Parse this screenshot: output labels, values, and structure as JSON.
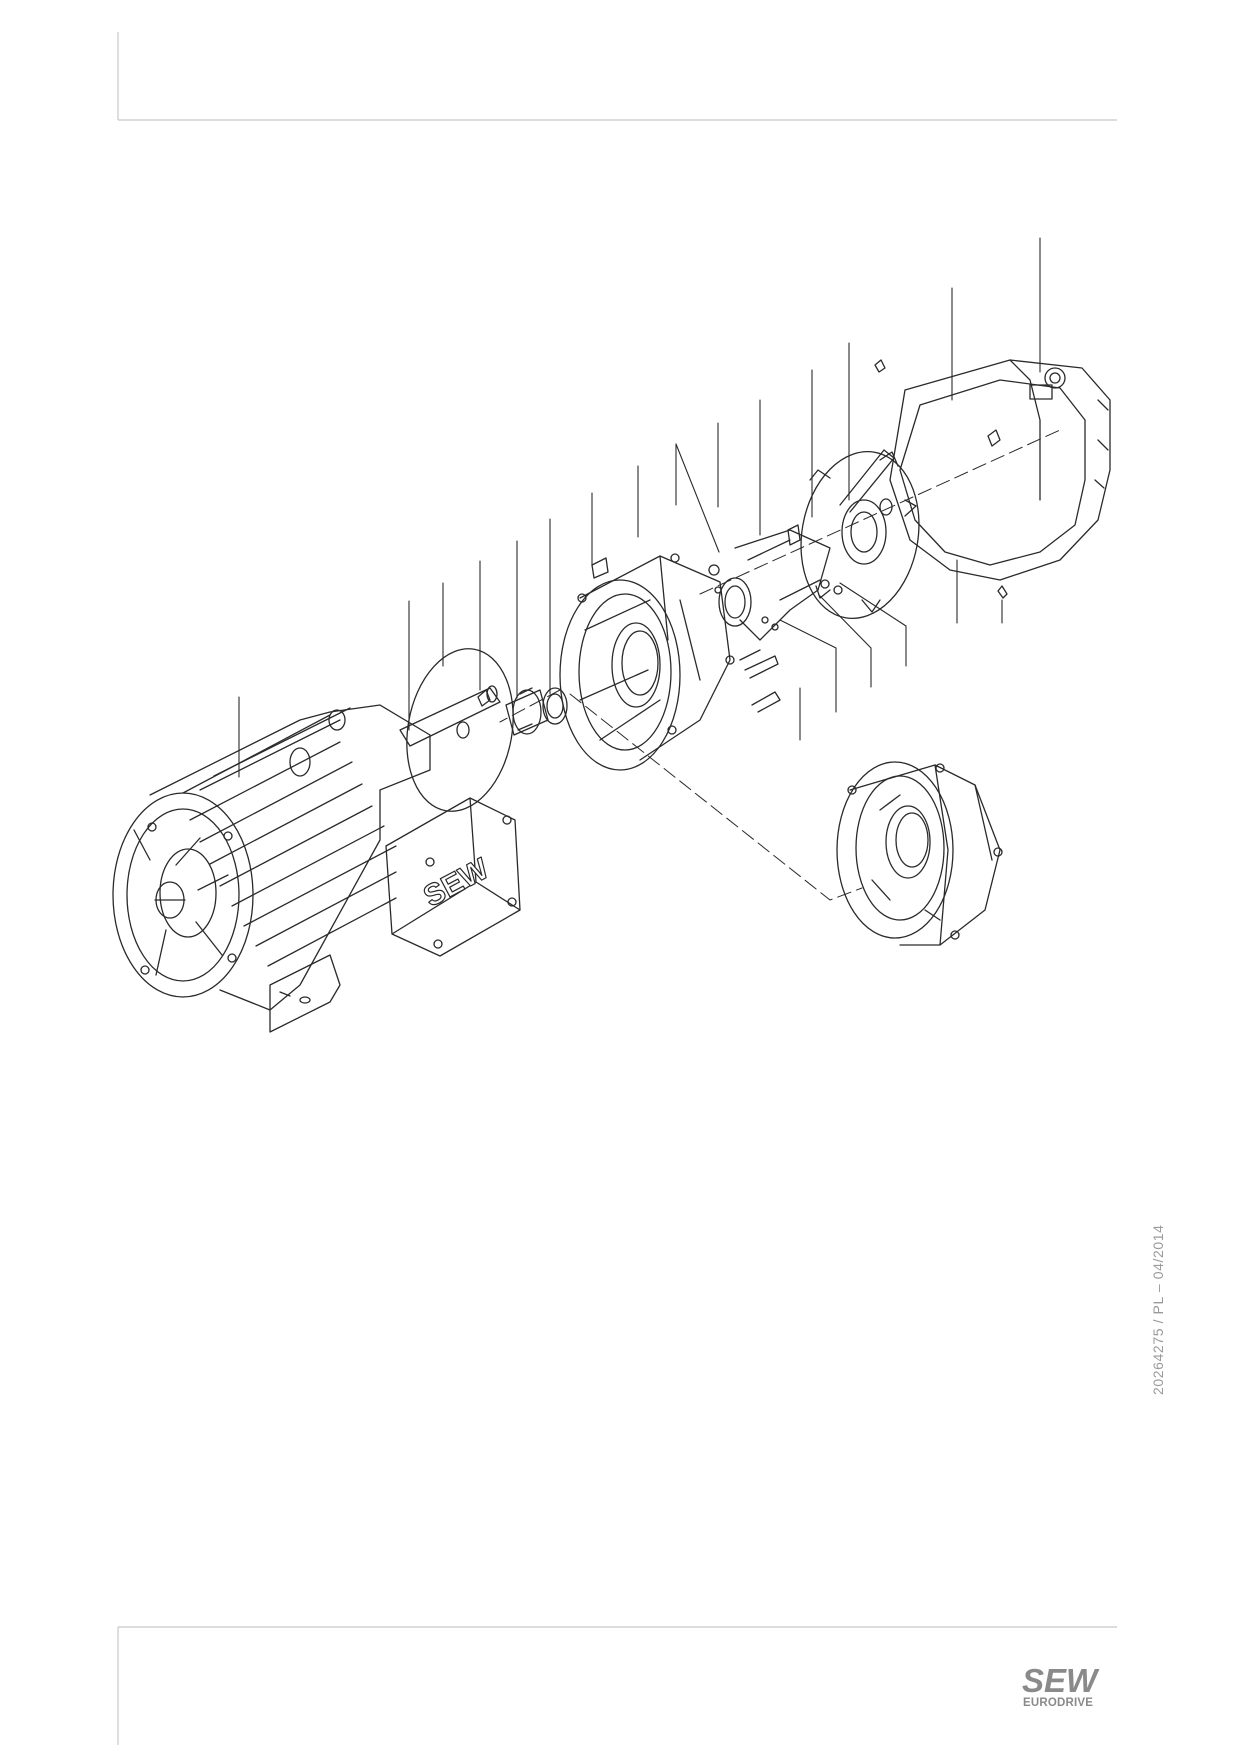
{
  "document": {
    "footer_code": "20264275 / PL – 04/2014",
    "logo": {
      "primary": "SEW",
      "secondary": "EURODRIVE",
      "color": "#8a8a8a"
    }
  },
  "colors": {
    "ink": "#2a2a2a",
    "rule": "#c8c8c8",
    "muted": "#9a9a9a"
  }
}
